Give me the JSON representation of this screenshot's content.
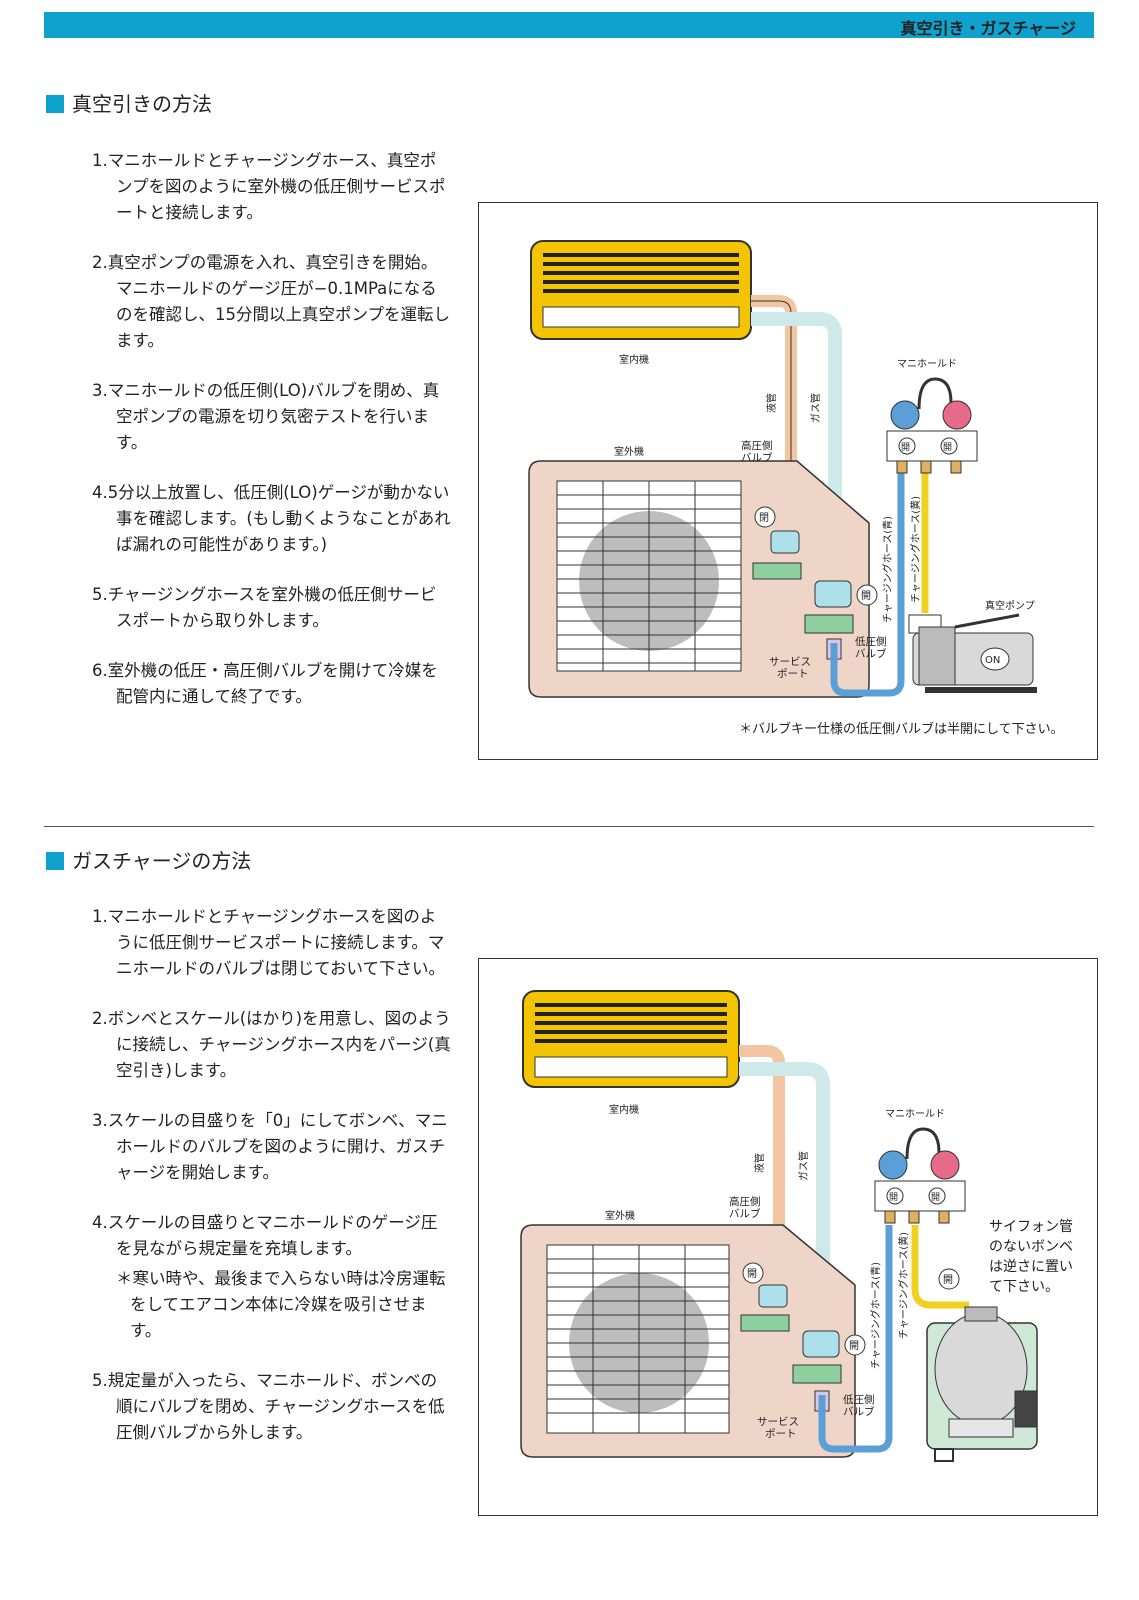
{
  "header": {
    "title": "真空引き・ガスチャージ"
  },
  "section1": {
    "heading": "真空引きの方法",
    "steps": [
      "1.マニホールドとチャージングホース、真空ポンプを図のように室外機の低圧側サービスポートと接続します。",
      "2.真空ポンプの電源を入れ、真空引きを開始。マニホールドのゲージ圧が−0.1MPaになるのを確認し、15分間以上真空ポンプを運転します。",
      "3.マニホールドの低圧側(LO)バルブを閉め、真空ポンプの電源を切り気密テストを行います。",
      "4.5分以上放置し、低圧側(LO)ゲージが動かない事を確認します。(もし動くようなことがあれば漏れの可能性があります。)",
      "5.チャージングホースを室外機の低圧側サービスポートから取り外します。",
      "6.室外機の低圧・高圧側バルブを開けて冷媒を配管内に通して終了です。"
    ],
    "figure": {
      "indoor_unit": "室内機",
      "outdoor_unit": "室外機",
      "liquid_pipe": "液管",
      "gas_pipe": "ガス管",
      "manifold": "マニホールド",
      "high_valve_1": "高圧側",
      "high_valve_2": "バルブ",
      "low_valve_1": "低圧側",
      "low_valve_2": "バルブ",
      "service_1": "サービス",
      "service_2": "ポート",
      "hose_blue": "チャージングホース(青)",
      "hose_yellow": "チャージングホース(黄)",
      "closed": "閉",
      "open": "開",
      "vacuum_pump": "真空ポンプ",
      "on": "ON",
      "note": "＊バルブキー仕様の低圧側バルブは半開にして下さい。"
    }
  },
  "section2": {
    "heading": "ガスチャージの方法",
    "steps": [
      "1.マニホールドとチャージングホースを図のように低圧側サービスポートに接続します。マニホールドのバルブは閉じておいて下さい。",
      "2.ボンベとスケール(はかり)を用意し、図のように接続し、チャージングホース内をパージ(真空引き)します。",
      "3.スケールの目盛りを「0」にしてボンベ、マニホールドのバルブを図のように開け、ガスチャージを開始します。",
      "4.スケールの目盛りとマニホールドのゲージ圧を見ながら規定量を充填します。",
      "5.規定量が入ったら、マニホールド、ボンベの順にバルブを閉め、チャージングホースを低圧側バルブから外します。"
    ],
    "step4_note": "＊寒い時や、最後まで入らない時は冷房運転をしてエアコン本体に冷媒を吸引させます。",
    "figure": {
      "indoor_unit": "室内機",
      "outdoor_unit": "室外機",
      "liquid_pipe": "液管",
      "gas_pipe": "ガス管",
      "manifold": "マニホールド",
      "high_valve_1": "高圧側",
      "high_valve_2": "バルブ",
      "low_valve_1": "低圧側",
      "low_valve_2": "バルブ",
      "service_1": "サービス",
      "service_2": "ポート",
      "hose_blue": "チャージングホース(青)",
      "hose_yellow": "チャージングホース(黄)",
      "open": "開",
      "siphon_1": "サイフォン管",
      "siphon_2": "のないボンベ",
      "siphon_3": "は逆さに置い",
      "siphon_4": "て下さい。"
    }
  }
}
